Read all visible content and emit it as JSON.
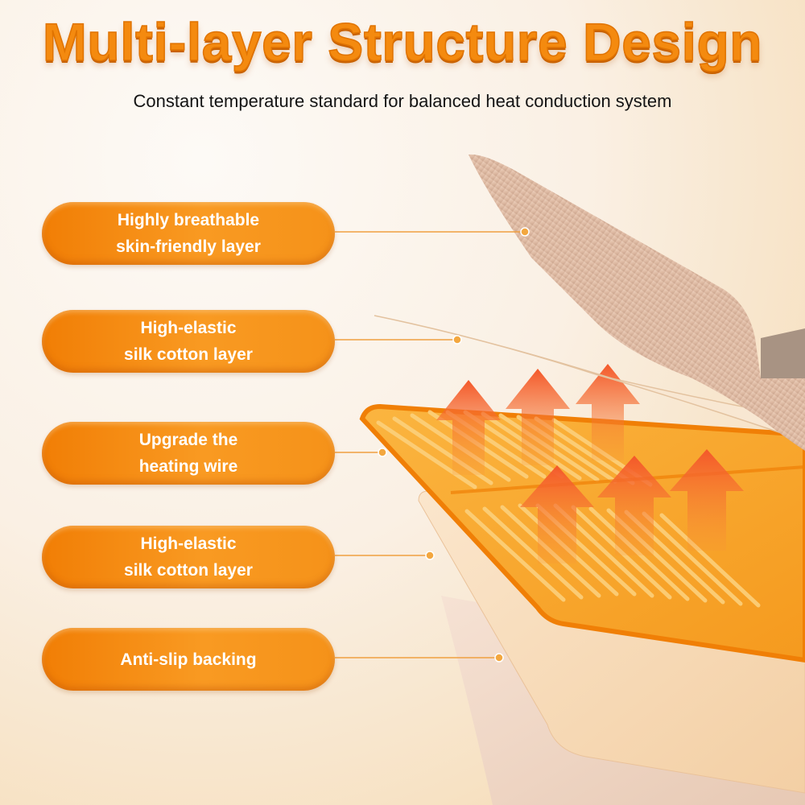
{
  "header": {
    "title": "Multi-layer Structure Design",
    "subtitle": "Constant temperature standard for balanced heat conduction system"
  },
  "colors": {
    "accent": "#f48a0f",
    "pill": "#f78d12",
    "leader_line": "#f0a040",
    "heating_pad": "#f9a52a",
    "arrow": "#f26a2a"
  },
  "layers": [
    {
      "line1": "Highly breathable",
      "line2": "skin-friendly layer"
    },
    {
      "line1": "High-elastic",
      "line2": "silk cotton layer"
    },
    {
      "line1": "Upgrade the",
      "line2": "heating wire"
    },
    {
      "line1": "High-elastic",
      "line2": "silk cotton layer"
    },
    {
      "line1": "Anti-slip backing",
      "line2": ""
    }
  ]
}
